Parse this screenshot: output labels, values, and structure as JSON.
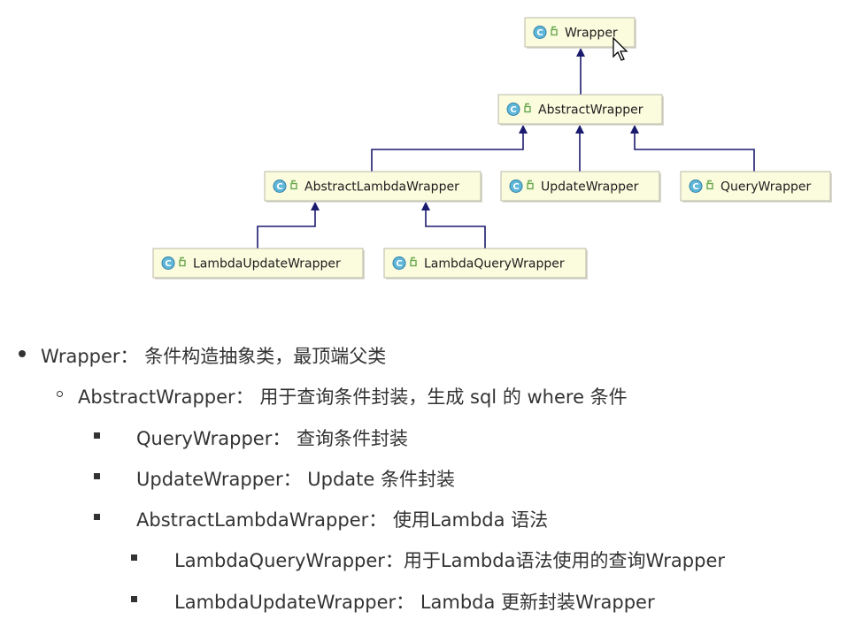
{
  "diagram": {
    "nodes": [
      {
        "id": "wrapper",
        "icon_letter": "C",
        "label": "Wrapper"
      },
      {
        "id": "abstract",
        "icon_letter": "C",
        "label": "AbstractWrapper"
      },
      {
        "id": "abstract_lambda",
        "icon_letter": "C",
        "label": "AbstractLambdaWrapper"
      },
      {
        "id": "update",
        "icon_letter": "C",
        "label": "UpdateWrapper"
      },
      {
        "id": "query",
        "icon_letter": "C",
        "label": "QueryWrapper"
      },
      {
        "id": "lambda_update",
        "icon_letter": "C",
        "label": "LambdaUpdateWrapper"
      },
      {
        "id": "lambda_query",
        "icon_letter": "C",
        "label": "LambdaQueryWrapper"
      }
    ],
    "edges": [
      {
        "from": "abstract",
        "to": "wrapper"
      },
      {
        "from": "abstract_lambda",
        "to": "abstract"
      },
      {
        "from": "update",
        "to": "abstract"
      },
      {
        "from": "query",
        "to": "abstract"
      },
      {
        "from": "lambda_update",
        "to": "abstract_lambda"
      },
      {
        "from": "lambda_query",
        "to": "abstract_lambda"
      }
    ]
  },
  "list": [
    {
      "level": 1,
      "text": "Wrapper： 条件构造抽象类，最顶端父类"
    },
    {
      "level": 2,
      "text": "AbstractWrapper： 用于查询条件封装，生成 sql 的 where 条件"
    },
    {
      "level": 3,
      "text": "QueryWrapper： 查询条件封装"
    },
    {
      "level": 3,
      "text": "UpdateWrapper： Update 条件封装"
    },
    {
      "level": 3,
      "text": "AbstractLambdaWrapper： 使用Lambda 语法"
    },
    {
      "level": 4,
      "text": "LambdaQueryWrapper：用于Lambda语法使用的查询Wrapper"
    },
    {
      "level": 4,
      "text": "LambdaUpdateWrapper： Lambda 更新封装Wrapper"
    }
  ]
}
